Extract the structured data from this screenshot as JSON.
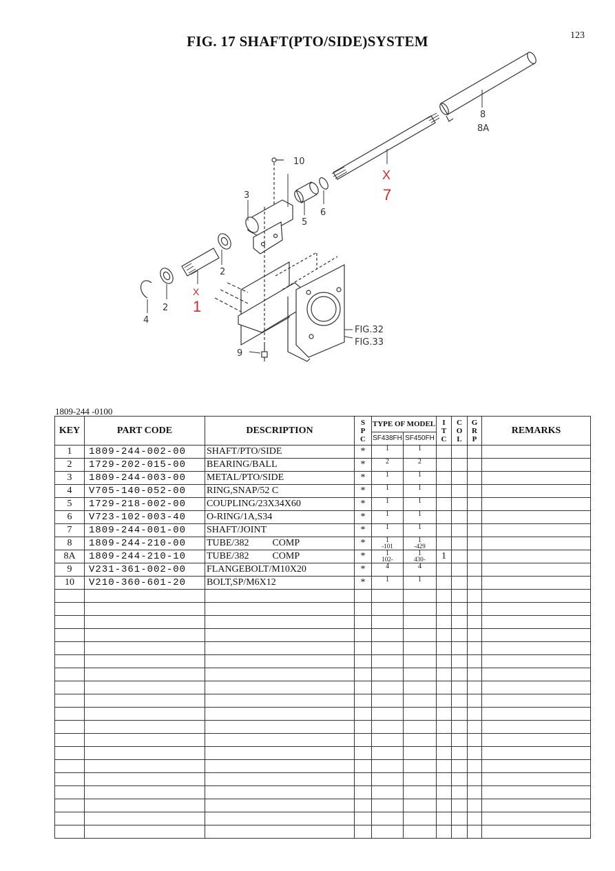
{
  "page_number": "123",
  "figure_title": "FIG. 17 SHAFT(PTO/SIDE)SYSTEM",
  "diagram": {
    "callouts": {
      "c10": "10",
      "c3": "3",
      "c5": "5",
      "c6": "6",
      "c8": "8",
      "c8a": "8A",
      "c7x": "X",
      "c2a": "2",
      "c2b": "2",
      "c4": "4",
      "c9": "9",
      "c1x": "X",
      "fig32": "FIG.32",
      "fig33": "FIG.33"
    },
    "handwritten": {
      "seven": "7",
      "one": "1"
    },
    "colors": {
      "line": "#333333",
      "handwritten": "#d8262b"
    }
  },
  "document_code": "1809-244 -0100",
  "table": {
    "headers": {
      "key": "KEY",
      "part_code": "PART CODE",
      "description": "DESCRIPTION",
      "spc": [
        "S",
        "P",
        "C"
      ],
      "type_of_model": "TYPE OF MODEL",
      "models": [
        "SF438FH",
        "SF450FH"
      ],
      "itc": [
        "I",
        "T",
        "C"
      ],
      "col": [
        "C",
        "O",
        "L"
      ],
      "grp": [
        "G",
        "R",
        "P"
      ],
      "remarks": "REMARKS"
    },
    "rows": [
      {
        "key": "1",
        "code": "1809-244-002-00",
        "desc": "SHAFT/PTO/SIDE",
        "suffix": "",
        "spc": "*",
        "q1": "1",
        "q1s": "",
        "q2": "1",
        "q2s": "",
        "itc": ""
      },
      {
        "key": "2",
        "code": "1729-202-015-00",
        "desc": "BEARING/BALL",
        "suffix": "",
        "spc": "*",
        "q1": "2",
        "q1s": "",
        "q2": "2",
        "q2s": "",
        "itc": ""
      },
      {
        "key": "3",
        "code": "1809-244-003-00",
        "desc": "METAL/PTO/SIDE",
        "suffix": "",
        "spc": "*",
        "q1": "1",
        "q1s": "",
        "q2": "1",
        "q2s": "",
        "itc": ""
      },
      {
        "key": "4",
        "code": "V705-140-052-00",
        "desc": "RING,SNAP/52 C",
        "suffix": "",
        "spc": "*",
        "q1": "1",
        "q1s": "",
        "q2": "1",
        "q2s": "",
        "itc": ""
      },
      {
        "key": "5",
        "code": "1729-218-002-00",
        "desc": "COUPLING/23X34X60",
        "suffix": "",
        "spc": "*",
        "q1": "1",
        "q1s": "",
        "q2": "1",
        "q2s": "",
        "itc": ""
      },
      {
        "key": "6",
        "code": "V723-102-003-40",
        "desc": "O-RING/1A,S34",
        "suffix": "",
        "spc": "*",
        "q1": "1",
        "q1s": "",
        "q2": "1",
        "q2s": "",
        "itc": ""
      },
      {
        "key": "7",
        "code": "1809-244-001-00",
        "desc": "SHAFT/JOINT",
        "suffix": "",
        "spc": "*",
        "q1": "1",
        "q1s": "",
        "q2": "1",
        "q2s": "",
        "itc": ""
      },
      {
        "key": "8",
        "code": "1809-244-210-00",
        "desc": "TUBE/382",
        "suffix": "COMP",
        "spc": "*",
        "q1": "1",
        "q1s": "-101",
        "q2": "1",
        "q2s": "-429",
        "itc": ""
      },
      {
        "key": "8A",
        "code": "1809-244-210-10",
        "desc": "TUBE/382",
        "suffix": "COMP",
        "spc": "*",
        "q1": "1",
        "q1s": "102-",
        "q2": "1",
        "q2s": "430-",
        "itc": "1"
      },
      {
        "key": "9",
        "code": "V231-361-002-00",
        "desc": "FLANGEBOLT/M10X20",
        "suffix": "",
        "spc": "*",
        "q1": "4",
        "q1s": "",
        "q2": "4",
        "q2s": "",
        "itc": ""
      },
      {
        "key": "10",
        "code": "V210-360-601-20",
        "desc": "BOLT,SP/M6X12",
        "suffix": "",
        "spc": "*",
        "q1": "1",
        "q1s": "",
        "q2": "1",
        "q2s": "",
        "itc": ""
      }
    ]
  }
}
